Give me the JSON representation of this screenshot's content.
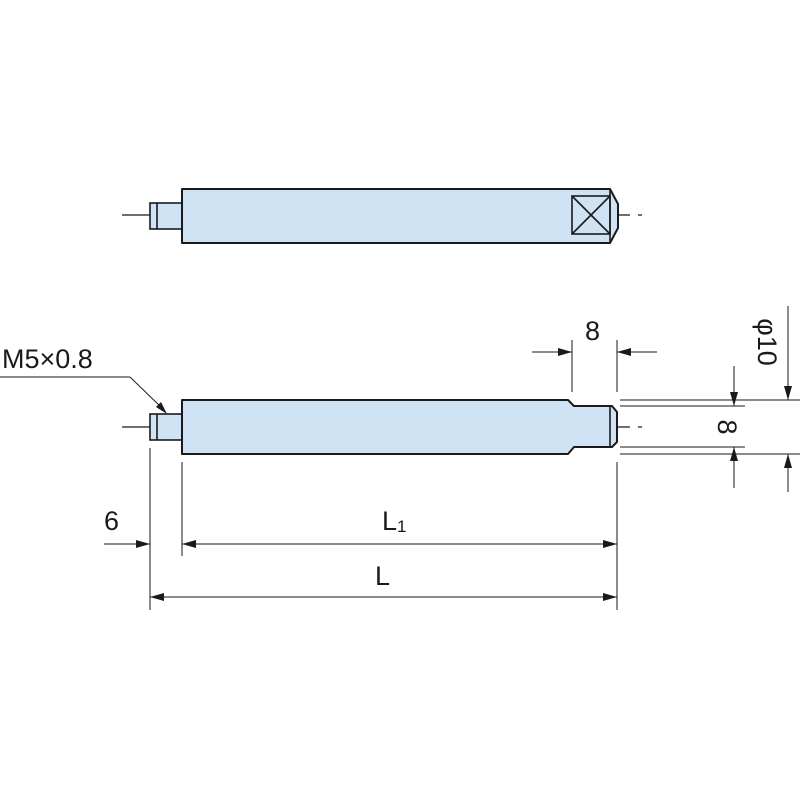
{
  "colors": {
    "part_fill": "#cfe3f5",
    "line": "#1a1a1a",
    "background": "#ffffff"
  },
  "labels": {
    "thread": "M5×0.8",
    "dim_width": "8",
    "dim_height": "8",
    "dim_diameter": "φ10",
    "dim_thread_len": "6",
    "dim_l1_main": "L",
    "dim_l1_sub": "1",
    "dim_total": "L"
  }
}
